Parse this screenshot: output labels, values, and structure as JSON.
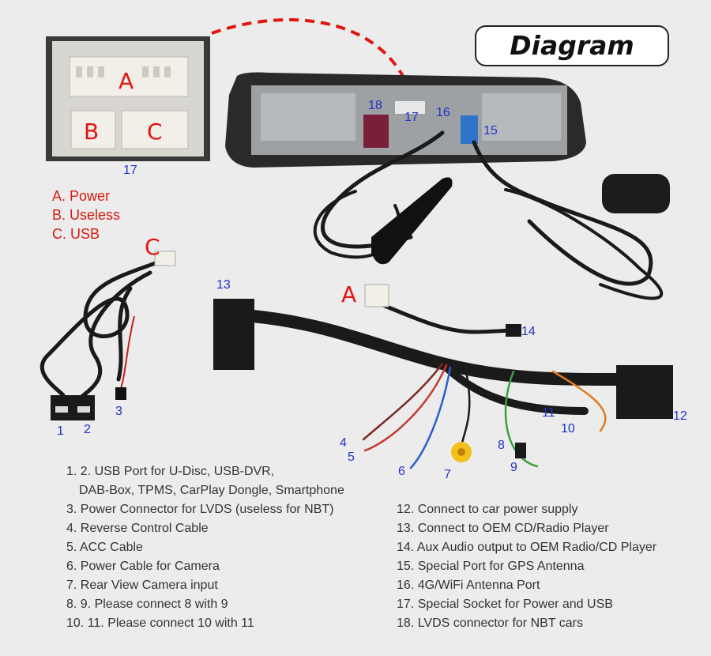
{
  "title": "Diagram",
  "legend": [
    "A. Power",
    "B. Useless",
    "C. USB"
  ],
  "connector_letters": {
    "a": "A",
    "b": "B",
    "c": "C"
  },
  "callout_letters": {
    "c": "C",
    "a": "A"
  },
  "numbers": {
    "n1": "1",
    "n2": "2",
    "n3": "3",
    "n4": "4",
    "n5": "5",
    "n6": "6",
    "n7": "7",
    "n8": "8",
    "n9": "9",
    "n10": "10",
    "n11": "11",
    "n12": "12",
    "n13": "13",
    "n14": "14",
    "n15": "15",
    "n16": "16",
    "n17": "17",
    "n17b": "17",
    "n18": "18"
  },
  "left_list": [
    "1. 2. USB Port for U-Disc, USB-DVR,",
    "DAB-Box, TPMS, CarPlay Dongle, Smartphone",
    "3. Power Connector for LVDS (useless for NBT)",
    "4. Reverse Control Cable",
    "5. ACC Cable",
    "6. Power Cable for Camera",
    "7. Rear View Camera input",
    "8. 9. Please connect 8 with 9",
    "10. 11. Please connect 10 with 11"
  ],
  "right_list": [
    "12. Connect to car power supply",
    "13. Connect to OEM CD/Radio Player",
    "14. Aux Audio output to OEM Radio/CD Player",
    "15. Special Port for GPS Antenna",
    "16. 4G/WiFi Antenna Port",
    "17. Special Socket for Power and USB",
    "18. LVDS connector for NBT cars"
  ],
  "colors": {
    "accent_red": "#e0160f",
    "number_blue": "#2033c8",
    "background": "#ececec"
  }
}
